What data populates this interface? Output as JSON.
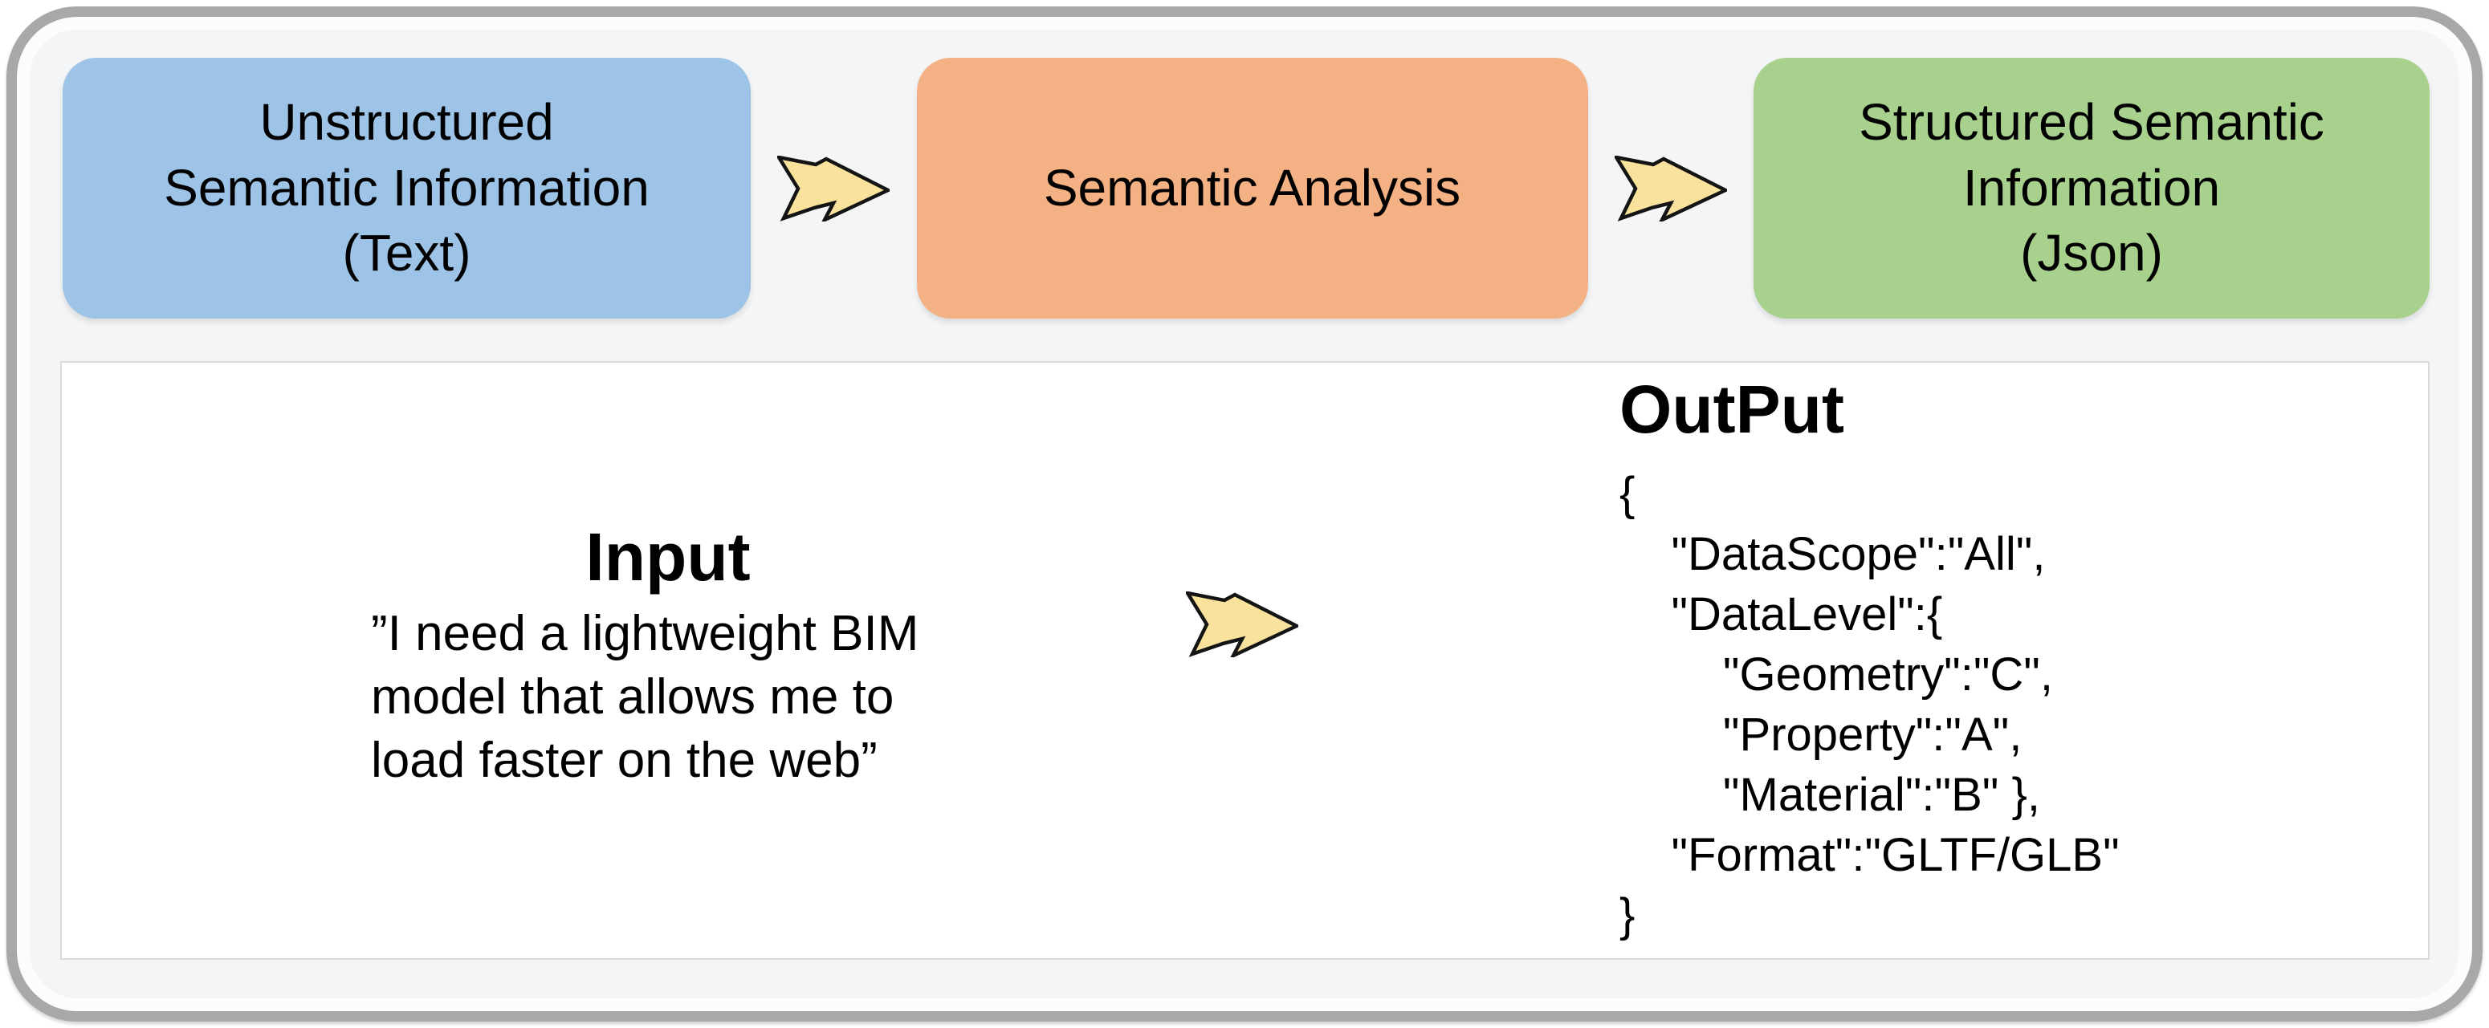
{
  "flow": {
    "boxes": [
      {
        "id": "unstructured",
        "label": "Unstructured\nSemantic Information\n(Text)",
        "color": "#9DC3E6"
      },
      {
        "id": "analysis",
        "label": "Semantic Analysis",
        "color": "#F4B183"
      },
      {
        "id": "structured",
        "label": "Structured Semantic\nInformation\n(Json)",
        "color": "#A9D18E"
      }
    ]
  },
  "example": {
    "input": {
      "heading": "Input",
      "text": "”I need a lightweight BIM\nmodel that allows me to\nload faster on the web”"
    },
    "output": {
      "heading": "OutPut",
      "code": "{\n    \"DataScope\":\"All\",\n    \"DataLevel\":{\n        \"Geometry\":\"C\",\n        \"Property\":\"A\",\n        \"Material\":\"B\" },\n    \"Format\":\"GLTF/GLB\"\n}"
    }
  },
  "colors": {
    "arrow_fill": "#F9E29B",
    "arrow_stroke": "#141414",
    "frame_border": "#A8A8A8",
    "frame_background": "#F4F5F6",
    "panel_border": "#DADADA",
    "box_blue": "#9DC3E6",
    "box_orange": "#F4B183",
    "box_green": "#A9D18E"
  }
}
